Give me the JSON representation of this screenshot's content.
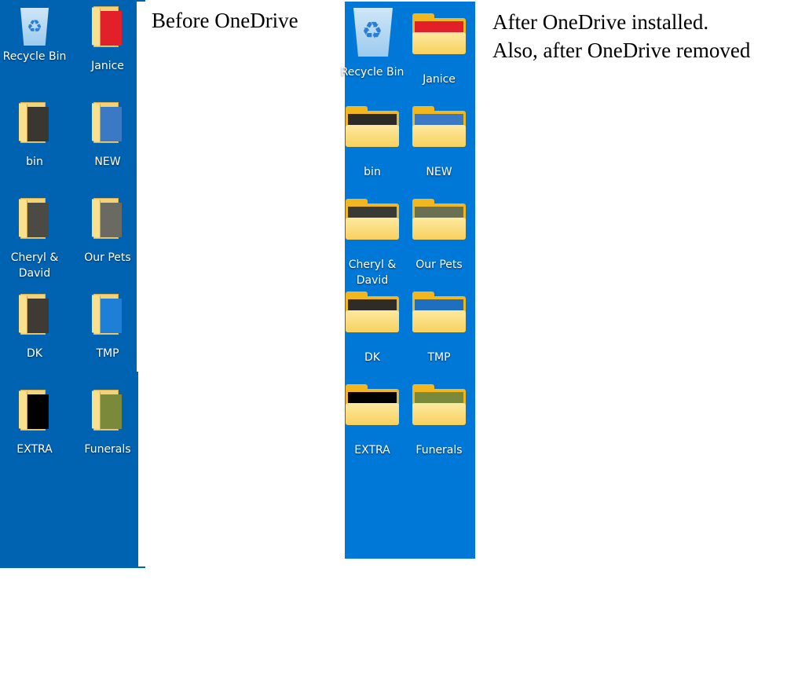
{
  "captions": {
    "before": "Before OneDrive",
    "after_line1": "After OneDrive installed.",
    "after_line2": "Also, after OneDrive removed"
  },
  "colors": {
    "before_bg": "#0063B1",
    "after_bg": "#0078D7"
  },
  "before_icons": [
    {
      "label": "Recycle Bin",
      "icon": "recycle-bin-icon",
      "thumb": "#7fb6e8"
    },
    {
      "label": "Janice",
      "icon": "folder-icon",
      "thumb": "#e2202a"
    },
    {
      "label": "bin",
      "icon": "folder-icon",
      "thumb": "#3a3630"
    },
    {
      "label": "NEW",
      "icon": "folder-icon",
      "thumb": "#3b79c4"
    },
    {
      "label": "Cheryl & David",
      "icon": "folder-icon",
      "thumb": "#4b4a44"
    },
    {
      "label": "Our Pets",
      "icon": "folder-icon",
      "thumb": "#6a6a62"
    },
    {
      "label": "DK",
      "icon": "folder-icon",
      "thumb": "#3f3a34"
    },
    {
      "label": "TMP",
      "icon": "folder-icon",
      "thumb": "#1e7fd6"
    },
    {
      "label": "EXTRA",
      "icon": "folder-icon",
      "thumb": "#000000"
    },
    {
      "label": "Funerals",
      "icon": "folder-icon",
      "thumb": "#7b8a3a"
    }
  ],
  "after_icons": [
    {
      "label": "Recycle Bin",
      "icon": "recycle-bin-icon",
      "thumb": "#7fb6e8"
    },
    {
      "label": "Janice",
      "icon": "folder-icon",
      "thumb": "#e2202a"
    },
    {
      "label": "bin",
      "icon": "folder-icon",
      "thumb": "#2c2a26"
    },
    {
      "label": "NEW",
      "icon": "folder-icon",
      "thumb": "#3b79c4"
    },
    {
      "label": "Cheryl & David",
      "icon": "folder-icon",
      "thumb": "#3a3a34"
    },
    {
      "label": "Our Pets",
      "icon": "folder-icon",
      "thumb": "#6a7052"
    },
    {
      "label": "DK",
      "icon": "folder-icon",
      "thumb": "#2f2c28"
    },
    {
      "label": "TMP",
      "icon": "folder-icon",
      "thumb": "#1e6fc0"
    },
    {
      "label": "EXTRA",
      "icon": "folder-icon",
      "thumb": "#000000"
    },
    {
      "label": "Funerals",
      "icon": "folder-icon",
      "thumb": "#7b8a3a"
    }
  ]
}
